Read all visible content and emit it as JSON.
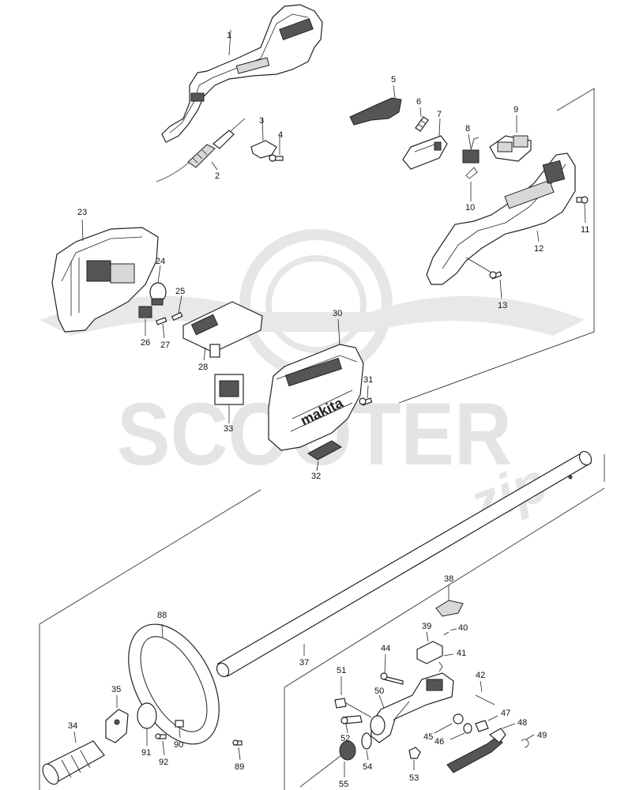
{
  "watermark": {
    "brand_word": "SCOOTER",
    "brand_sub": "zip"
  },
  "logo_text": "makita",
  "part_labels": {
    "p1": "1",
    "p2": "2",
    "p3": "3",
    "p4": "4",
    "p5": "5",
    "p6": "6",
    "p7": "7",
    "p8": "8",
    "p9": "9",
    "p10": "10",
    "p11": "11",
    "p12": "12",
    "p13": "13",
    "p23": "23",
    "p24": "24",
    "p25": "25",
    "p26": "26",
    "p27": "27",
    "p28": "28",
    "p30": "30",
    "p31": "31",
    "p32": "32",
    "p33": "33",
    "p34": "34",
    "p35": "35",
    "p37": "37",
    "p38": "38",
    "p39": "39",
    "p40": "40",
    "p41": "41",
    "p42": "42",
    "p44": "44",
    "p45": "45",
    "p46": "46",
    "p47": "47",
    "p48": "48",
    "p49": "49",
    "p50": "50",
    "p51": "51",
    "p52": "52",
    "p53": "53",
    "p54": "54",
    "p55": "55",
    "p88": "88",
    "p89": "89",
    "p90": "90",
    "p91": "91",
    "p92": "92"
  }
}
